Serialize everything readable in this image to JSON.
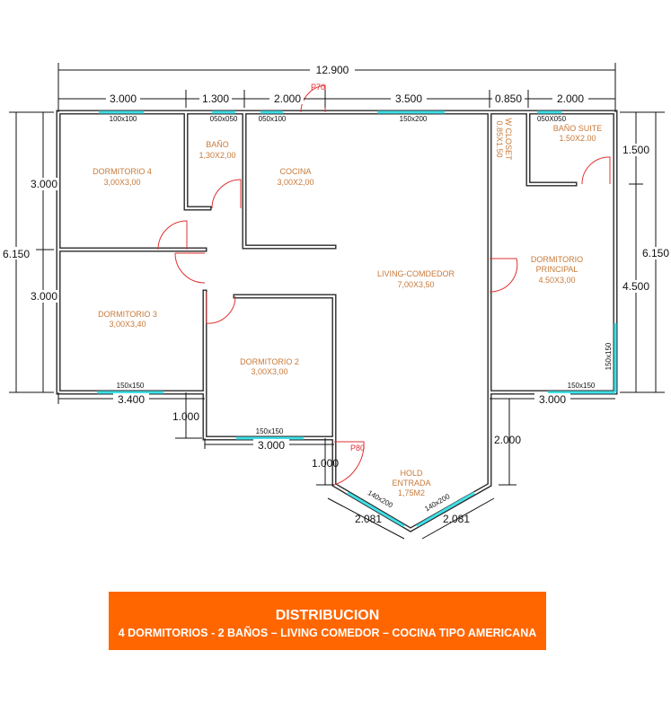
{
  "dimensions": {
    "total_width": "12.900",
    "top": [
      "3.000",
      "1.300",
      "2.000",
      "3.500",
      "0.850",
      "2.000"
    ],
    "left_total": "6.150",
    "left": [
      "3.000",
      "3.000"
    ],
    "right_total": "6.150",
    "right": [
      "1.500",
      "4.500"
    ],
    "bottom_dorm3": "3.400",
    "step1": "1.000",
    "bottom_dorm2": "3.000",
    "step2": "1.000",
    "bottom_principal": "3.000",
    "hold_depth": "2.000",
    "diag_left": "2.081",
    "diag_right": "2.081"
  },
  "rooms": {
    "dorm4": {
      "name": "DORMITORIO 4",
      "size": "3,00X3,00"
    },
    "bano": {
      "name": "BAÑO",
      "size": "1,30X2,00"
    },
    "cocina": {
      "name": "COCINA",
      "size": "3,00X2,00"
    },
    "living": {
      "name": "LIVING-COMDEDOR",
      "size": "7,00X3,50"
    },
    "closet": {
      "name": "W CLOSET",
      "size": "0.85X1.50"
    },
    "bano_suite": {
      "name": "BAÑO SUITE",
      "size": "1.50X2.00"
    },
    "principal": {
      "name1": "DORMITORIO",
      "name2": "PRINCIPAL",
      "size": "4.50X3,00"
    },
    "dorm3": {
      "name": "DORMITORIO 3",
      "size": "3,00X3,40"
    },
    "dorm2": {
      "name": "DORMITORIO 2",
      "size": "3,00X3,00"
    },
    "hold": {
      "name1": "HOLD",
      "name2": "ENTRADA",
      "size": "1,75M2"
    }
  },
  "windows": {
    "w_dorm4": "100x100",
    "w_bano": "050x050",
    "w_cocina": "050x100",
    "w_living": "150x200",
    "w_suite": "050X050",
    "w_dorm3": "150x150",
    "w_dorm2": "150x150",
    "w_principal_b": "150x150",
    "w_principal_r": "150x150",
    "w_hold_l": "140x200",
    "w_hold_r": "140x200"
  },
  "doors": {
    "p70": "P70",
    "p80": "P80"
  },
  "colors": {
    "wall": "#2a2a2a",
    "window": "#3fe0e8",
    "door": "#e03030",
    "room_label": "#c87a3a",
    "banner": "#ff6600"
  },
  "banner": {
    "title": "DISTRIBUCION",
    "subtitle": "4 DORMITORIOS  - 2 BAÑOS  – LIVING COMEDOR – COCINA TIPO AMERICANA"
  }
}
